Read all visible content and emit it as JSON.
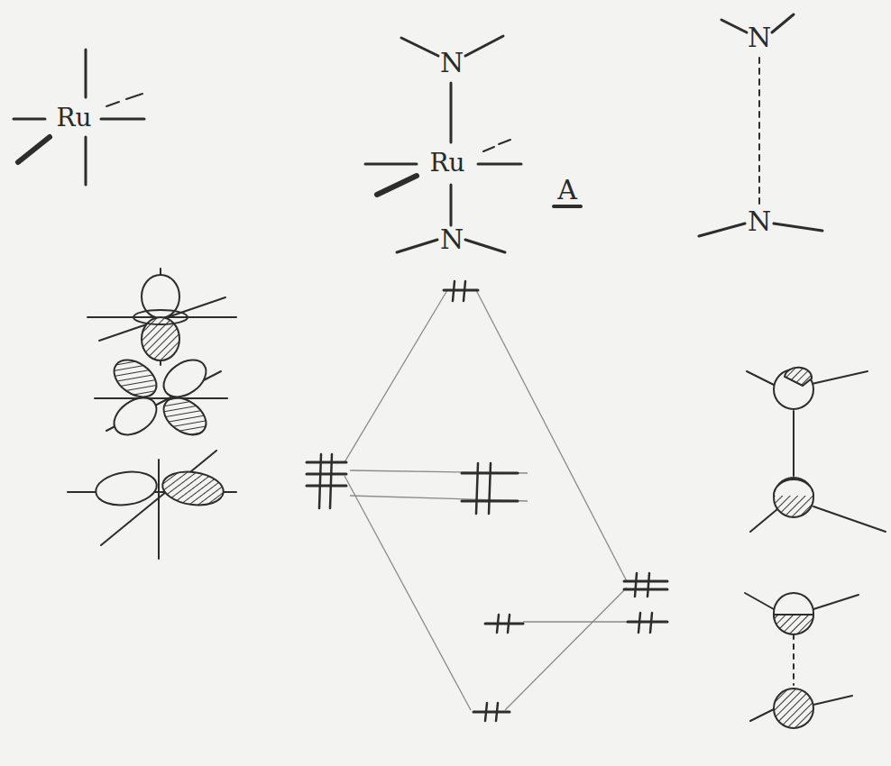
{
  "diagram": {
    "labels": [
      "Ru",
      "N",
      "Ru",
      "A",
      "N",
      "N",
      "N"
    ]
  }
}
